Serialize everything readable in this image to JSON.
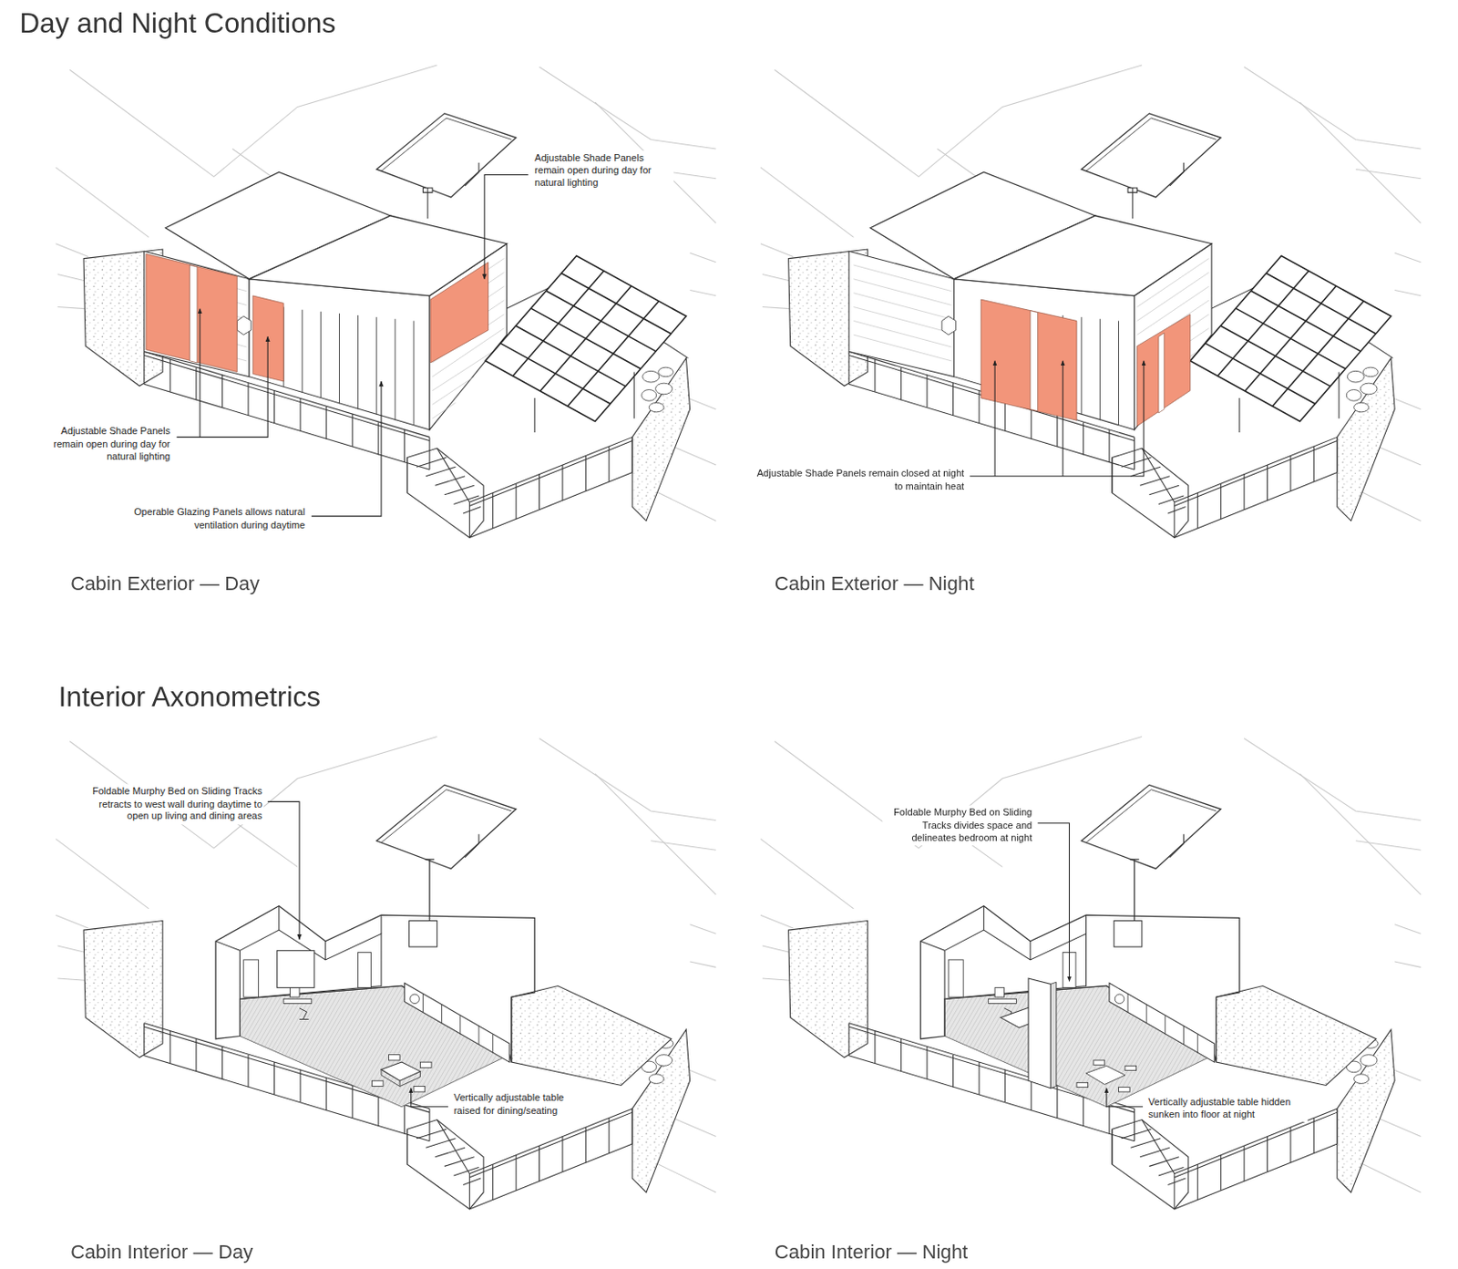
{
  "diagram": {
    "title": "Day and Night Conditions",
    "labels": [
      "Interior Axonometrics",
      "Adjustable Shade Panels remain open during day for natural lighting",
      "Adjustable Shade Panels remain open during day for natural lighting",
      "Operable Glazing Panels allows natural ventilation during daytime",
      "Cabin Exterior — Day",
      "Adjustable Shade Panels remain closed at night to maintain heat",
      "Cabin Exterior — Night",
      "Foldable Murphy Bed on Sliding Tracks retracts to west wall during daytime to open up living and dining areas",
      "Vertically adjustable table raised for dining/seating",
      "Cabin Interior — Day",
      "Foldable Murphy Bed on Sliding Tracks divides space and delineates bedroom at night",
      "Vertically adjustable table hidden sunken into floor at night",
      "Cabin Interior — Night"
    ]
  }
}
